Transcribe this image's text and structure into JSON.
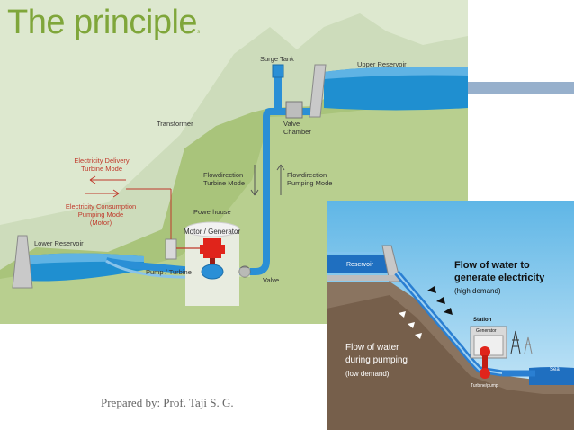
{
  "title": "The principle",
  "title_suffix": "s",
  "main_diagram": {
    "surge_tank": "Surge Tank",
    "upper_reservoir": "Upper Reservoir",
    "valve_chamber": "Valve\nChamber",
    "transformer": "Transformer",
    "electricity_delivery": "Electricity Delivery\nTurbine Mode",
    "electricity_consumption": "Electricity Consumption\nPumping Mode\n(Motor)",
    "flow_turbine": "Flowdirection\nTurbine Mode",
    "flow_pumping": "Flowdirection\nPumping Mode",
    "powerhouse": "Powerhouse",
    "motor_generator": "Motor / Generator",
    "lower_reservoir": "Lower Reservoir",
    "pump_turbine": "Pump / Turbine",
    "valve": "Valve"
  },
  "inset_diagram": {
    "reservoir": "Reservoir",
    "flow_generate_1": "Flow of water to",
    "flow_generate_2": "generate electricity",
    "high_demand": "(high demand)",
    "station": "Station",
    "generator": "Generator",
    "flow_pumping_1": "Flow of water",
    "flow_pumping_2": "during pumping",
    "low_demand": "(low demand)",
    "sea": "Sea",
    "turbine_pump": "Turbine/pump"
  },
  "footer": "Prepared by: Prof. Taji S. G.",
  "colors": {
    "title_green": "#7fa63a",
    "hill_green": "#b8cf8f",
    "water_blue": "#1f8fd0",
    "pipe_blue": "#2a8fd6",
    "powerhouse_red": "#e0241b",
    "accent_bar": "#97b0cc"
  }
}
